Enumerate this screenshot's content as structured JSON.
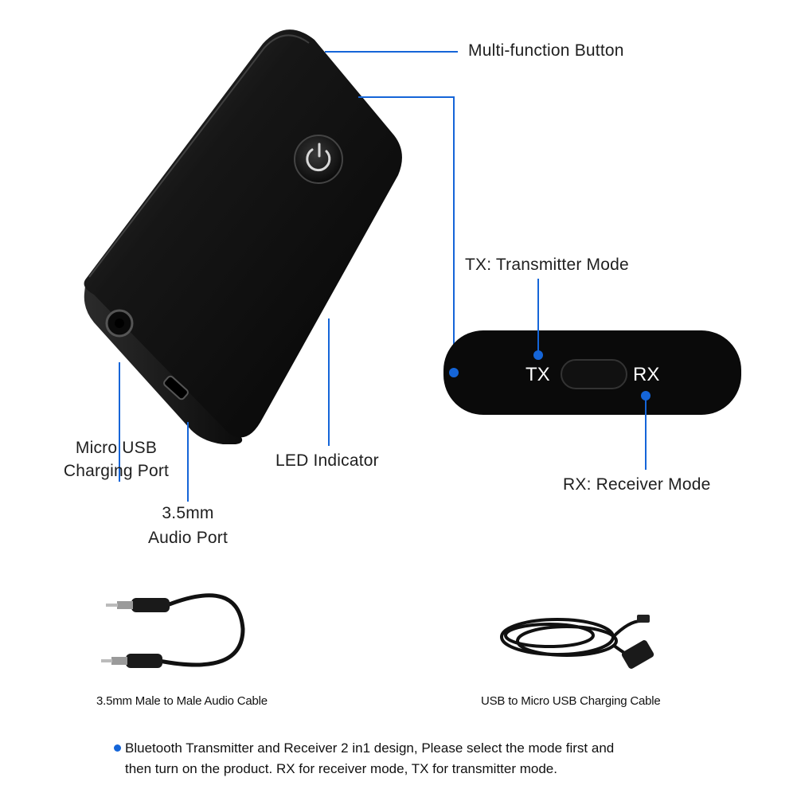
{
  "labels": {
    "multi_function_button": "Multi-function Button",
    "tx_mode": "TX: Transmitter Mode",
    "rx_mode": "RX: Receiver Mode",
    "led_indicator": "LED Indicator",
    "micro_usb_line1": "Micro USB",
    "micro_usb_line2": "Charging Port",
    "audio_port_line1": "3.5mm",
    "audio_port_line2": "Audio Port"
  },
  "switch": {
    "tx": "TX",
    "rx": "RX"
  },
  "accessories": {
    "audio_cable_caption": "3.5mm Male to Male Audio Cable",
    "usb_cable_caption": "USB to  Micro USB Charging Cable"
  },
  "note": {
    "line1": "Bluetooth Transmitter and Receiver 2 in1 design, Please select the mode first and",
    "line2": "then turn on the product. RX for receiver mode, TX for transmitter mode."
  },
  "colors": {
    "callout": "#1565d8",
    "device": "#111111"
  }
}
